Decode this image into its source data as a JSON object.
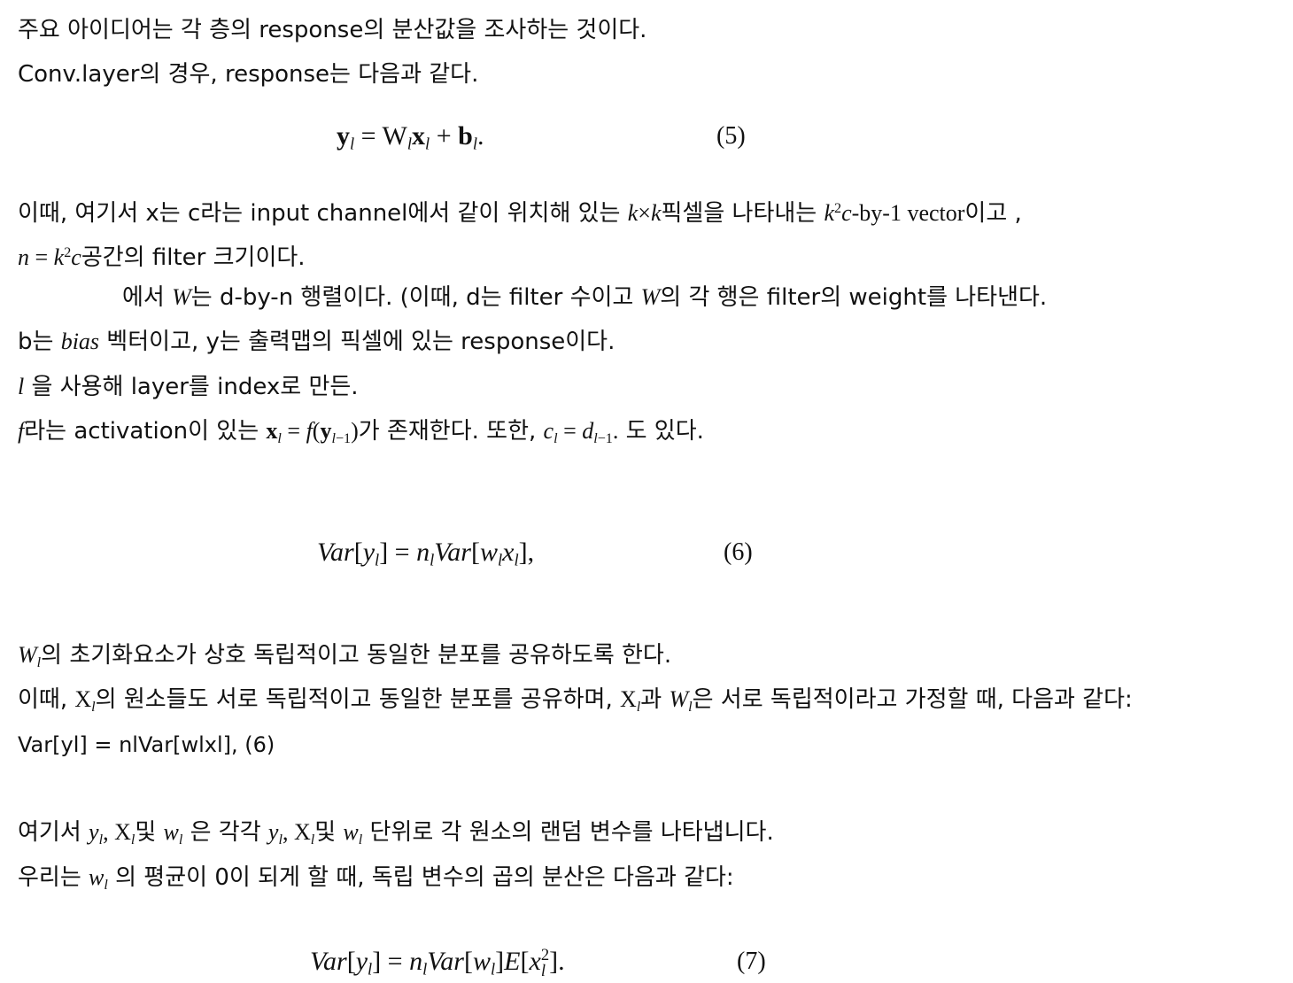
{
  "lines": {
    "l1": "주요 아이디어는 각 층의 response의 분산값을 조사하는 것이다.",
    "l2": "Conv.layer의 경우, response는 다음과 같다.",
    "l3a": "이때, 여기서 x는 c라는 input channel에서 같이 위치해 있는 ",
    "l3b": "픽셀을 나타내는 ",
    "l3c": "-by-1 vector",
    "l3d": "이고 ,",
    "l4": "공간의 filter 크기이다.",
    "l5a": "에서 ",
    "l5b": "는 d-by-n 행렬이다. (이때, d는 filter 수이고 ",
    "l5c": "의 각 행은 filter의 weight를 나타낸다.",
    "l6a": "b는 ",
    "l6b": " 벡터이고, y는 출력맵의 픽셀에 있는 response이다.",
    "l7": " 을 사용해 layer를 index로 만든.",
    "l8a": "라는 activation이 있는 ",
    "l8b": "가 존재한다.  또한, ",
    "l8c": " 도 있다.",
    "l9a": "의 초기화요소가 상호 독립적이고 동일한 분포를 공유하도록 한다.",
    "l10a": "이때, ",
    "l10b": "의 원소들도 서로 독립적이고 동일한 분포를 공유하며, ",
    "l10c": "과 ",
    "l10d": "은 서로 독립적이라고 가정할 때, 다음과 같다:",
    "l11": "Var[yl] = nlVar[wlxl], (6)",
    "l12a": "여기서 ",
    "l12b": "및 ",
    "l12c": " 은 각각 ",
    "l12d": "및 ",
    "l12e": " 단위로 각 원소의 랜덤 변수를 나타냅니다.",
    "l13a": "우리는 ",
    "l13b": " 의 평균이 0이 되게 할 때,  독립 변수의 곱의 분산은 다음과 같다:"
  },
  "symbols": {
    "k": "k",
    "times": "×",
    "c": "c",
    "n": "n",
    "l": "l",
    "f": "f",
    "W": "W",
    "bias": "bias",
    "X": "X",
    "y": "y",
    "w": "w",
    "eq_sign": "=",
    "two": "2"
  },
  "equations": {
    "eq5": {
      "number": "(5)"
    },
    "eq6": {
      "number": "(6)"
    },
    "eq7": {
      "number": "(7)"
    }
  }
}
